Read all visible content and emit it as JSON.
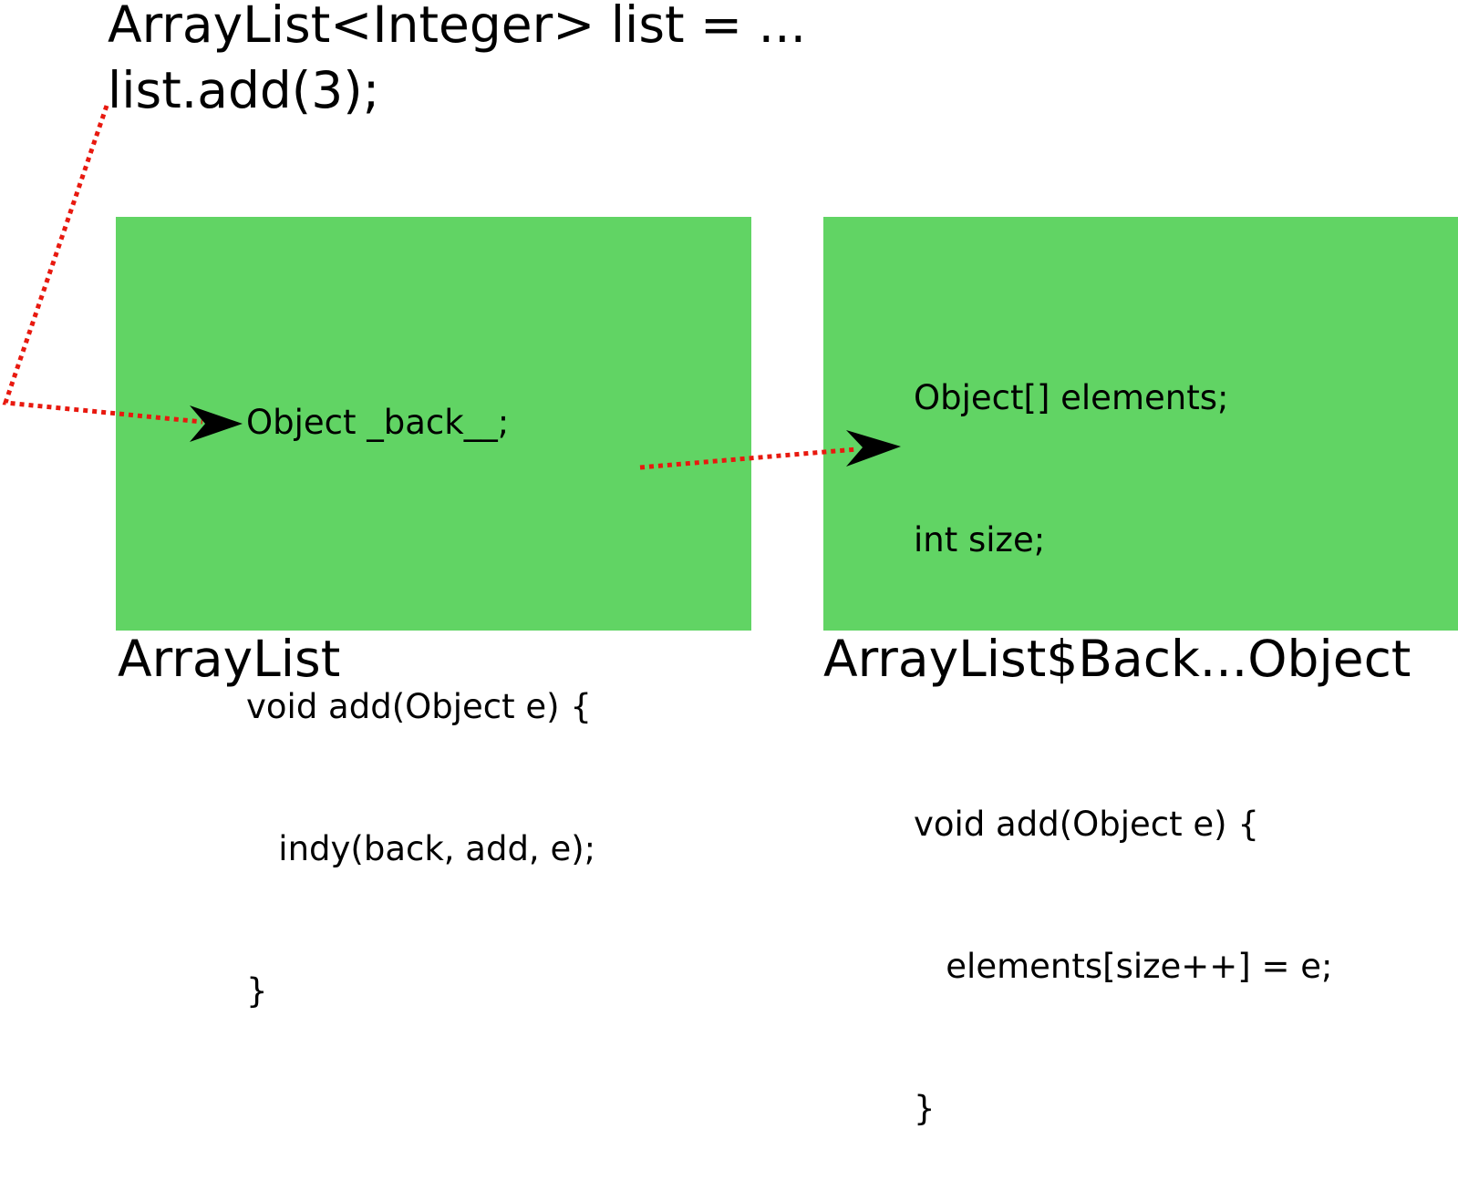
{
  "top_code": {
    "line1": "ArrayList<Integer> list = ...",
    "line2": "list.add(3);"
  },
  "left_box": {
    "lines": [
      "Object _back__;",
      "",
      "void add(Object e) {",
      "   indy(back, add, e);",
      "}"
    ],
    "caption": "ArrayList"
  },
  "right_box": {
    "lines": [
      "Object[] elements;",
      "int size;",
      "",
      "void add(Object e) {",
      "   elements[size++] = e;",
      "}"
    ],
    "caption": "ArrayList$Back...Object"
  },
  "colors": {
    "box_fill": "#61d464",
    "connector": "#e8190f",
    "arrowhead": "#000000",
    "text": "#000000"
  }
}
